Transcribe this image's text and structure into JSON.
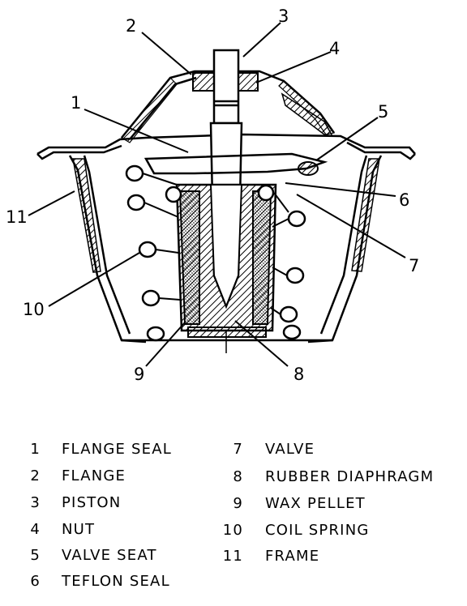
{
  "diagram": {
    "callouts": [
      "1",
      "2",
      "3",
      "4",
      "5",
      "6",
      "7",
      "8",
      "9",
      "10",
      "11"
    ]
  },
  "legend": {
    "left": [
      {
        "num": "1",
        "label": "FLANGE SEAL"
      },
      {
        "num": "2",
        "label": "FLANGE"
      },
      {
        "num": "3",
        "label": "PISTON"
      },
      {
        "num": "4",
        "label": "NUT"
      },
      {
        "num": "5",
        "label": "VALVE SEAT"
      },
      {
        "num": "6",
        "label": "TEFLON SEAL"
      }
    ],
    "right": [
      {
        "num": "7",
        "label": "VALVE"
      },
      {
        "num": "8",
        "label": "RUBBER DIAPHRAGM"
      },
      {
        "num": "9",
        "label": "WAX PELLET"
      },
      {
        "num": "10",
        "label": "COIL SPRING"
      },
      {
        "num": "11",
        "label": "FRAME"
      }
    ]
  }
}
